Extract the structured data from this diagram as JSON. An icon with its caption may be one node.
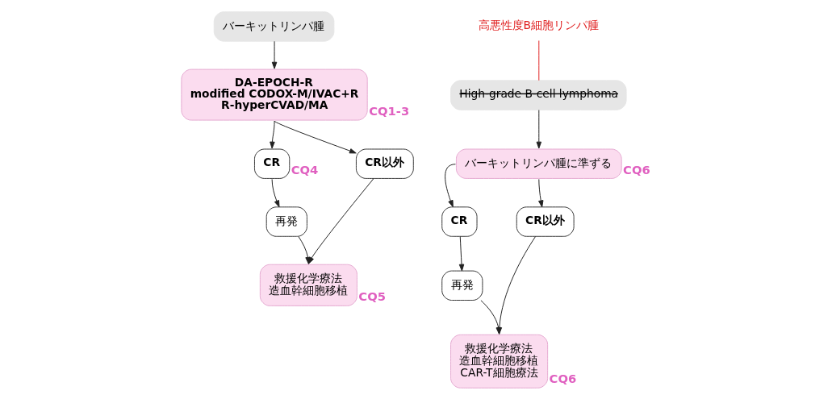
{
  "diagram": {
    "nodes": [
      {
        "text": [
          "バーキットリンパ腫"
        ]
      },
      {
        "text": [
          "DA-EPOCH-R",
          "modified CODOX-M/IVAC+R",
          "R-hyperCVAD/MA"
        ],
        "beside": [
          "CQ1-3"
        ]
      },
      {
        "text": [
          "CR"
        ],
        "beside": [
          "CQ4"
        ]
      },
      {
        "text": [
          "CR以外"
        ]
      },
      {
        "text": [
          "再発"
        ]
      },
      {
        "text": [
          "救援化学療法",
          "造血幹細胞移植"
        ],
        "beside": [
          "CQ5"
        ]
      },
      {
        "text": [
          "高悪性度B細胞リンパ腫"
        ]
      },
      {
        "text": [
          "High-grade B-cell lymphoma"
        ]
      },
      {
        "text": [
          "バーキットリンパ腫に準ずる"
        ],
        "beside": [
          "CQ6"
        ]
      },
      {
        "text": [
          "CR"
        ]
      },
      {
        "text": [
          "CR以外"
        ]
      },
      {
        "text": [
          "再発"
        ]
      },
      {
        "text": [
          "救援化学療法",
          "造血幹細胞移植",
          "CAR-T細胞療法"
        ],
        "beside": [
          "CQ6"
        ]
      }
    ],
    "edges": [
      {
        "from": 0,
        "to": 1,
        "arrow": "to"
      },
      {
        "from": 1,
        "to": 2,
        "arrow": "to"
      },
      {
        "from": 1,
        "to": 3,
        "arrow": "to"
      },
      {
        "from": 2,
        "to": 4,
        "arrow": "to"
      },
      {
        "from": 3,
        "to": 5,
        "arrow": "to"
      },
      {
        "from": 4,
        "to": 5,
        "arrow": "to"
      },
      {
        "from": 6,
        "to": 7,
        "arrow": "none",
        "color": "#e02020"
      },
      {
        "from": 7,
        "to": 8,
        "arrow": "to"
      },
      {
        "from": 8,
        "to": 9,
        "arrow": "to"
      },
      {
        "from": 8,
        "to": 10,
        "arrow": "to"
      },
      {
        "from": 9,
        "to": 11,
        "arrow": "to"
      },
      {
        "from": 10,
        "to": 12,
        "arrow": "to"
      },
      {
        "from": 11,
        "to": 12,
        "arrow": "to"
      }
    ]
  }
}
